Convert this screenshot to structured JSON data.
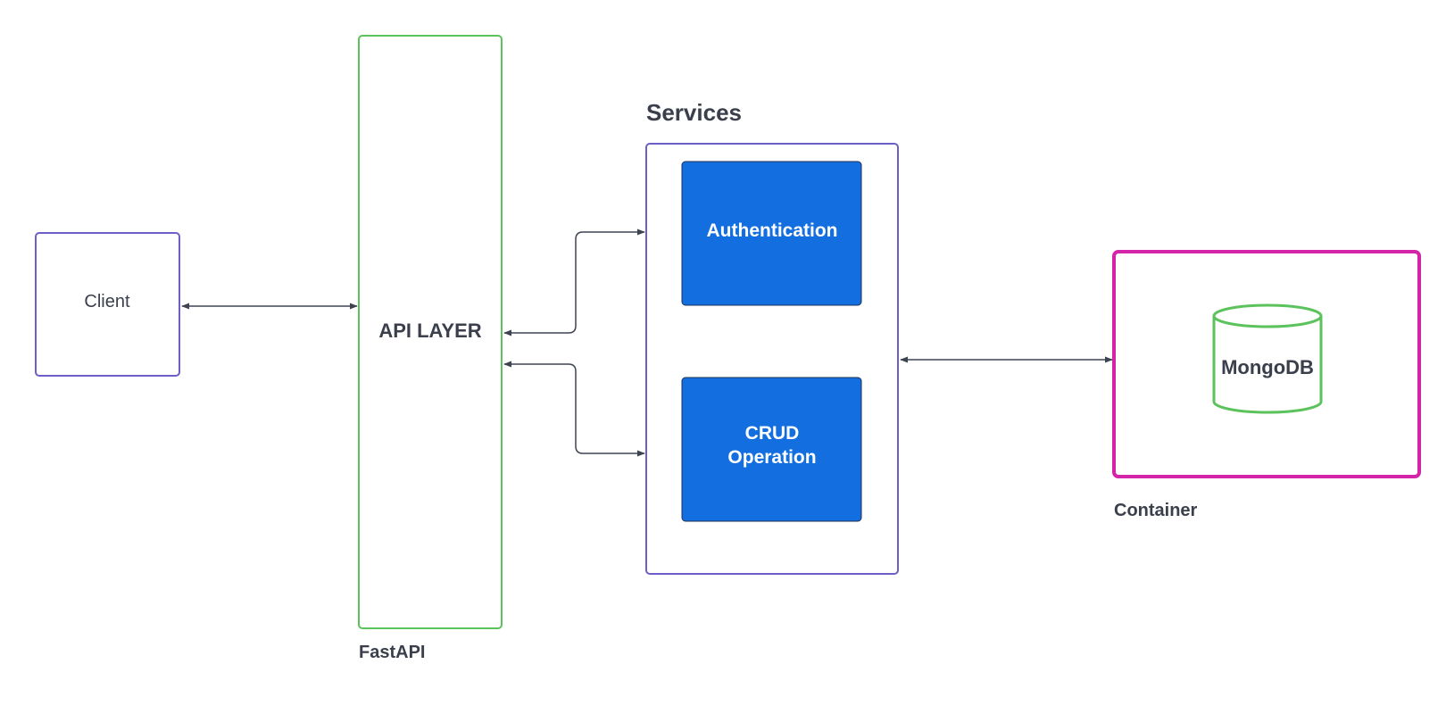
{
  "nodes": {
    "client": {
      "label": "Client"
    },
    "api_layer": {
      "label": "API LAYER",
      "caption": "FastAPI"
    },
    "services": {
      "title": "Services"
    },
    "authentication": {
      "label": "Authentication"
    },
    "crud": {
      "label_line1": "CRUD",
      "label_line2": "Operation"
    },
    "mongodb": {
      "label": "MongoDB"
    },
    "container": {
      "caption": "Container"
    }
  },
  "edges": [
    {
      "from": "client",
      "to": "api_layer",
      "direction": "bidirectional"
    },
    {
      "from": "api_layer",
      "to": "authentication",
      "direction": "bidirectional"
    },
    {
      "from": "api_layer",
      "to": "crud",
      "direction": "bidirectional"
    },
    {
      "from": "services",
      "to": "container",
      "direction": "bidirectional"
    }
  ],
  "colors": {
    "purple_border": "#6c5fc7",
    "green_border": "#5cc25c",
    "magenta_border": "#d424a8",
    "service_fill": "#136fe0",
    "text_dark": "#3a3f4b",
    "arrow": "#3d4350"
  }
}
